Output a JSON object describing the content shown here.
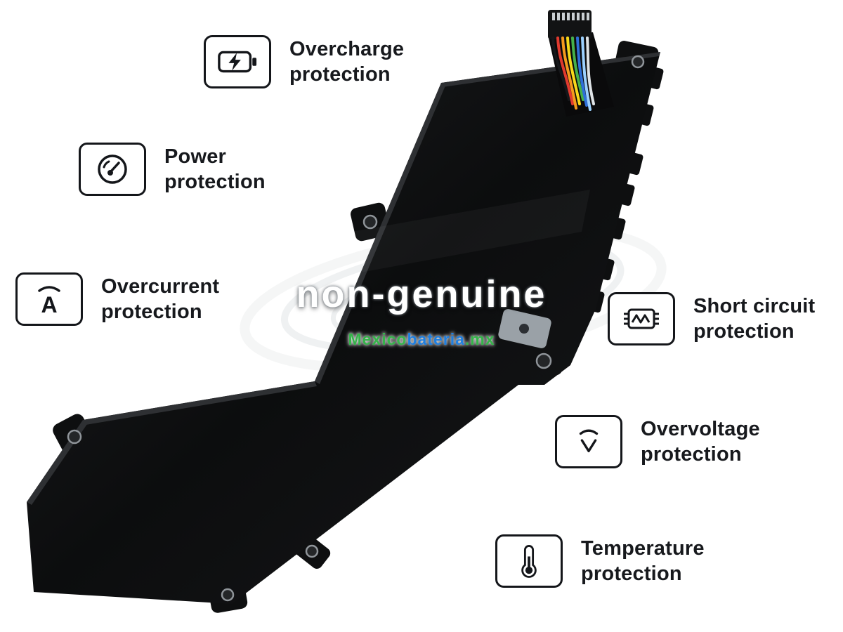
{
  "watermark": {
    "title": "non-genuine",
    "brand": [
      {
        "text": "Mexico",
        "color": "#35b44a"
      },
      {
        "text": "bateria",
        "color": "#1f7fe0"
      },
      {
        "text": ".mx",
        "color": "#35b44a"
      }
    ]
  },
  "battery": {
    "body_color": "#0c0d0e",
    "wire_colors": [
      "#15171a",
      "#e03a2f",
      "#f59a1d",
      "#f6d91a",
      "#45b04a",
      "#2e6fd8",
      "#9cd1ff",
      "#dfe3e6"
    ]
  },
  "features": [
    {
      "icon": "overcharge-protection-icon",
      "lines": [
        "Overcharge",
        "protection"
      ]
    },
    {
      "icon": "power-protection-icon",
      "lines": [
        "Power",
        "protection"
      ]
    },
    {
      "icon": "overcurrent-protection-icon",
      "lines": [
        "Overcurrent",
        "protection"
      ]
    },
    {
      "icon": "short-circuit-protection-icon",
      "lines": [
        "Short circuit",
        "protection"
      ]
    },
    {
      "icon": "overvoltage-protection-icon",
      "lines": [
        "Overvoltage",
        "protection"
      ]
    },
    {
      "icon": "temperature-protection-icon",
      "lines": [
        "Temperature",
        "protection"
      ]
    }
  ]
}
